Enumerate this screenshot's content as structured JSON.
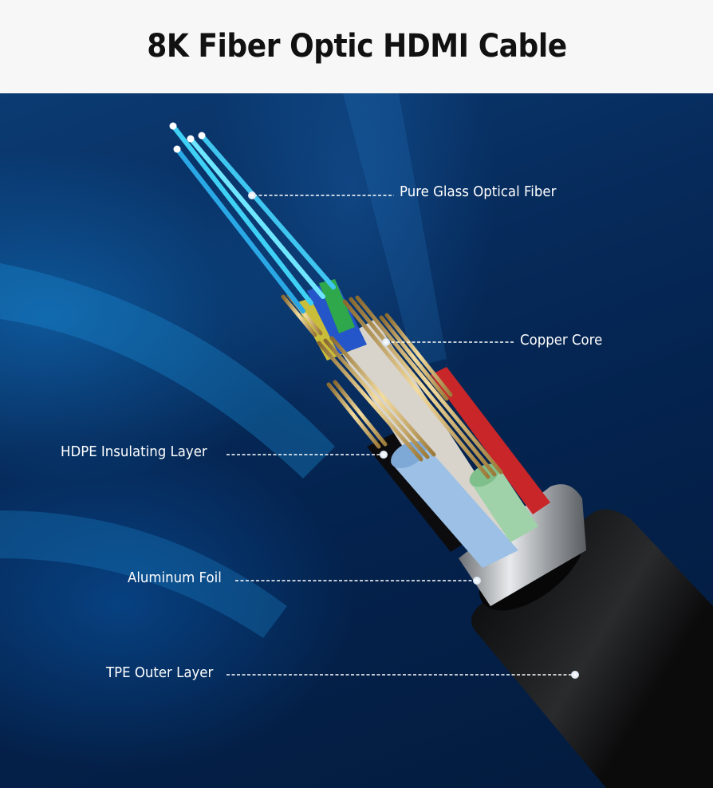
{
  "header": {
    "title": "8K Fiber Optic HDMI Cable"
  },
  "callouts": [
    {
      "id": "fiber",
      "label": "Pure Glass Optical Fiber"
    },
    {
      "id": "copper",
      "label": "Copper Core"
    },
    {
      "id": "hdpe",
      "label": "HDPE Insulating Layer"
    },
    {
      "id": "foil",
      "label": "Aluminum Foil"
    },
    {
      "id": "tpe",
      "label": "TPE Outer Layer"
    }
  ],
  "colors": {
    "background_dark": "#031b3d",
    "background_glow": "#1478c8",
    "fiber_cyan": "#3fd0f5",
    "copper": "#d8b46a",
    "wire_red": "#c9262a",
    "wire_green": "#2ea84a",
    "wire_blue": "#2456c9",
    "wire_yellow": "#c9be3a",
    "insulation_lightblue": "#9cc0e6",
    "insulation_mint": "#9fd2a8",
    "insulation_grey": "#d8d4cc",
    "foil_silver": "#b8bcc0",
    "jacket_black": "#121314"
  }
}
